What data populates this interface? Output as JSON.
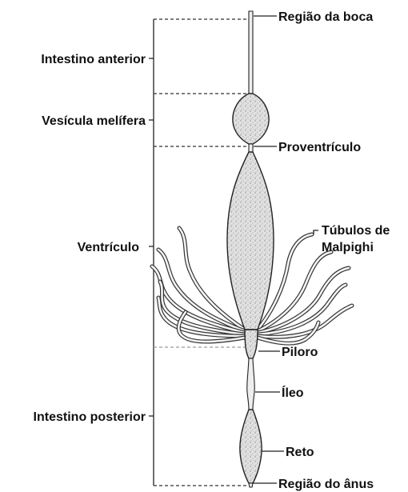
{
  "labels": {
    "left": {
      "anterior": "Intestino anterior",
      "honey_sac": "Vesícula melífera",
      "ventriculus": "Ventrículo",
      "posterior": "Intestino posterior"
    },
    "right": {
      "mouth": "Região da boca",
      "proventriculus": "Proventrículo",
      "malpighi_line1": "Túbulos de",
      "malpighi_line2": "Malpighi",
      "pylorus": "Piloro",
      "ileum": "Íleo",
      "rectum": "Reto",
      "anus": "Região do ânus"
    }
  }
}
